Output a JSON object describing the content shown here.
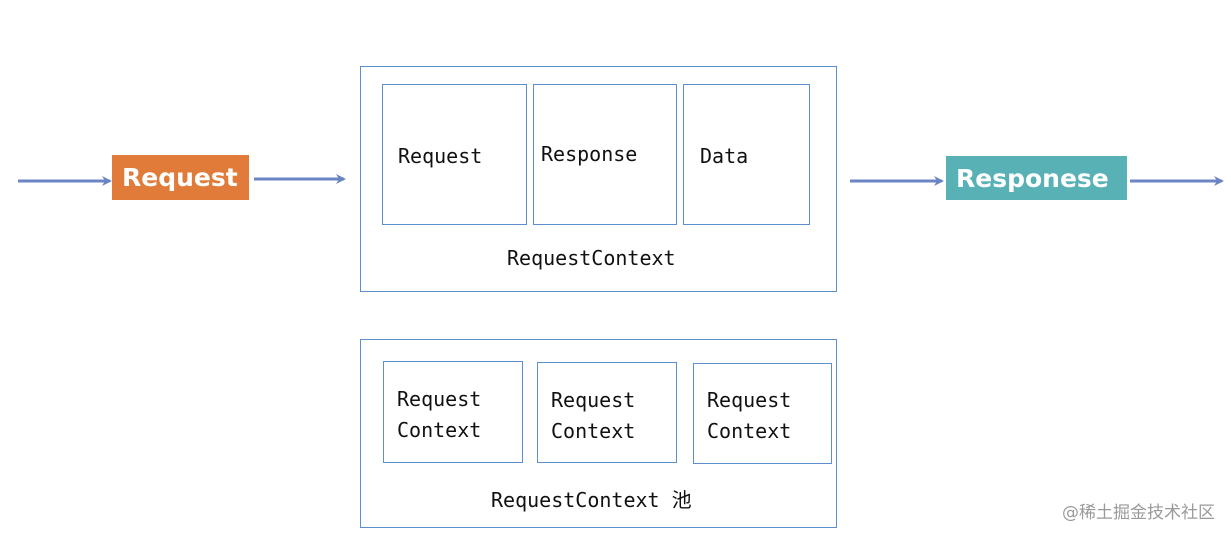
{
  "input": {
    "label": "Request",
    "color": "#e07b39"
  },
  "output": {
    "label": "Responese",
    "color": "#58b1b5"
  },
  "context": {
    "cells": [
      "Request",
      "Response",
      "Data"
    ],
    "caption": "RequestContext"
  },
  "pool": {
    "items": [
      {
        "line1": "Request",
        "line2": "Context"
      },
      {
        "line1": "Request",
        "line2": "Context"
      },
      {
        "line1": "Request",
        "line2": "Context"
      }
    ],
    "caption": "RequestContext 池"
  },
  "arrow_color": "#6b84c4",
  "border_color": "#5b8fd0",
  "watermark": "@稀土掘金技术社区"
}
